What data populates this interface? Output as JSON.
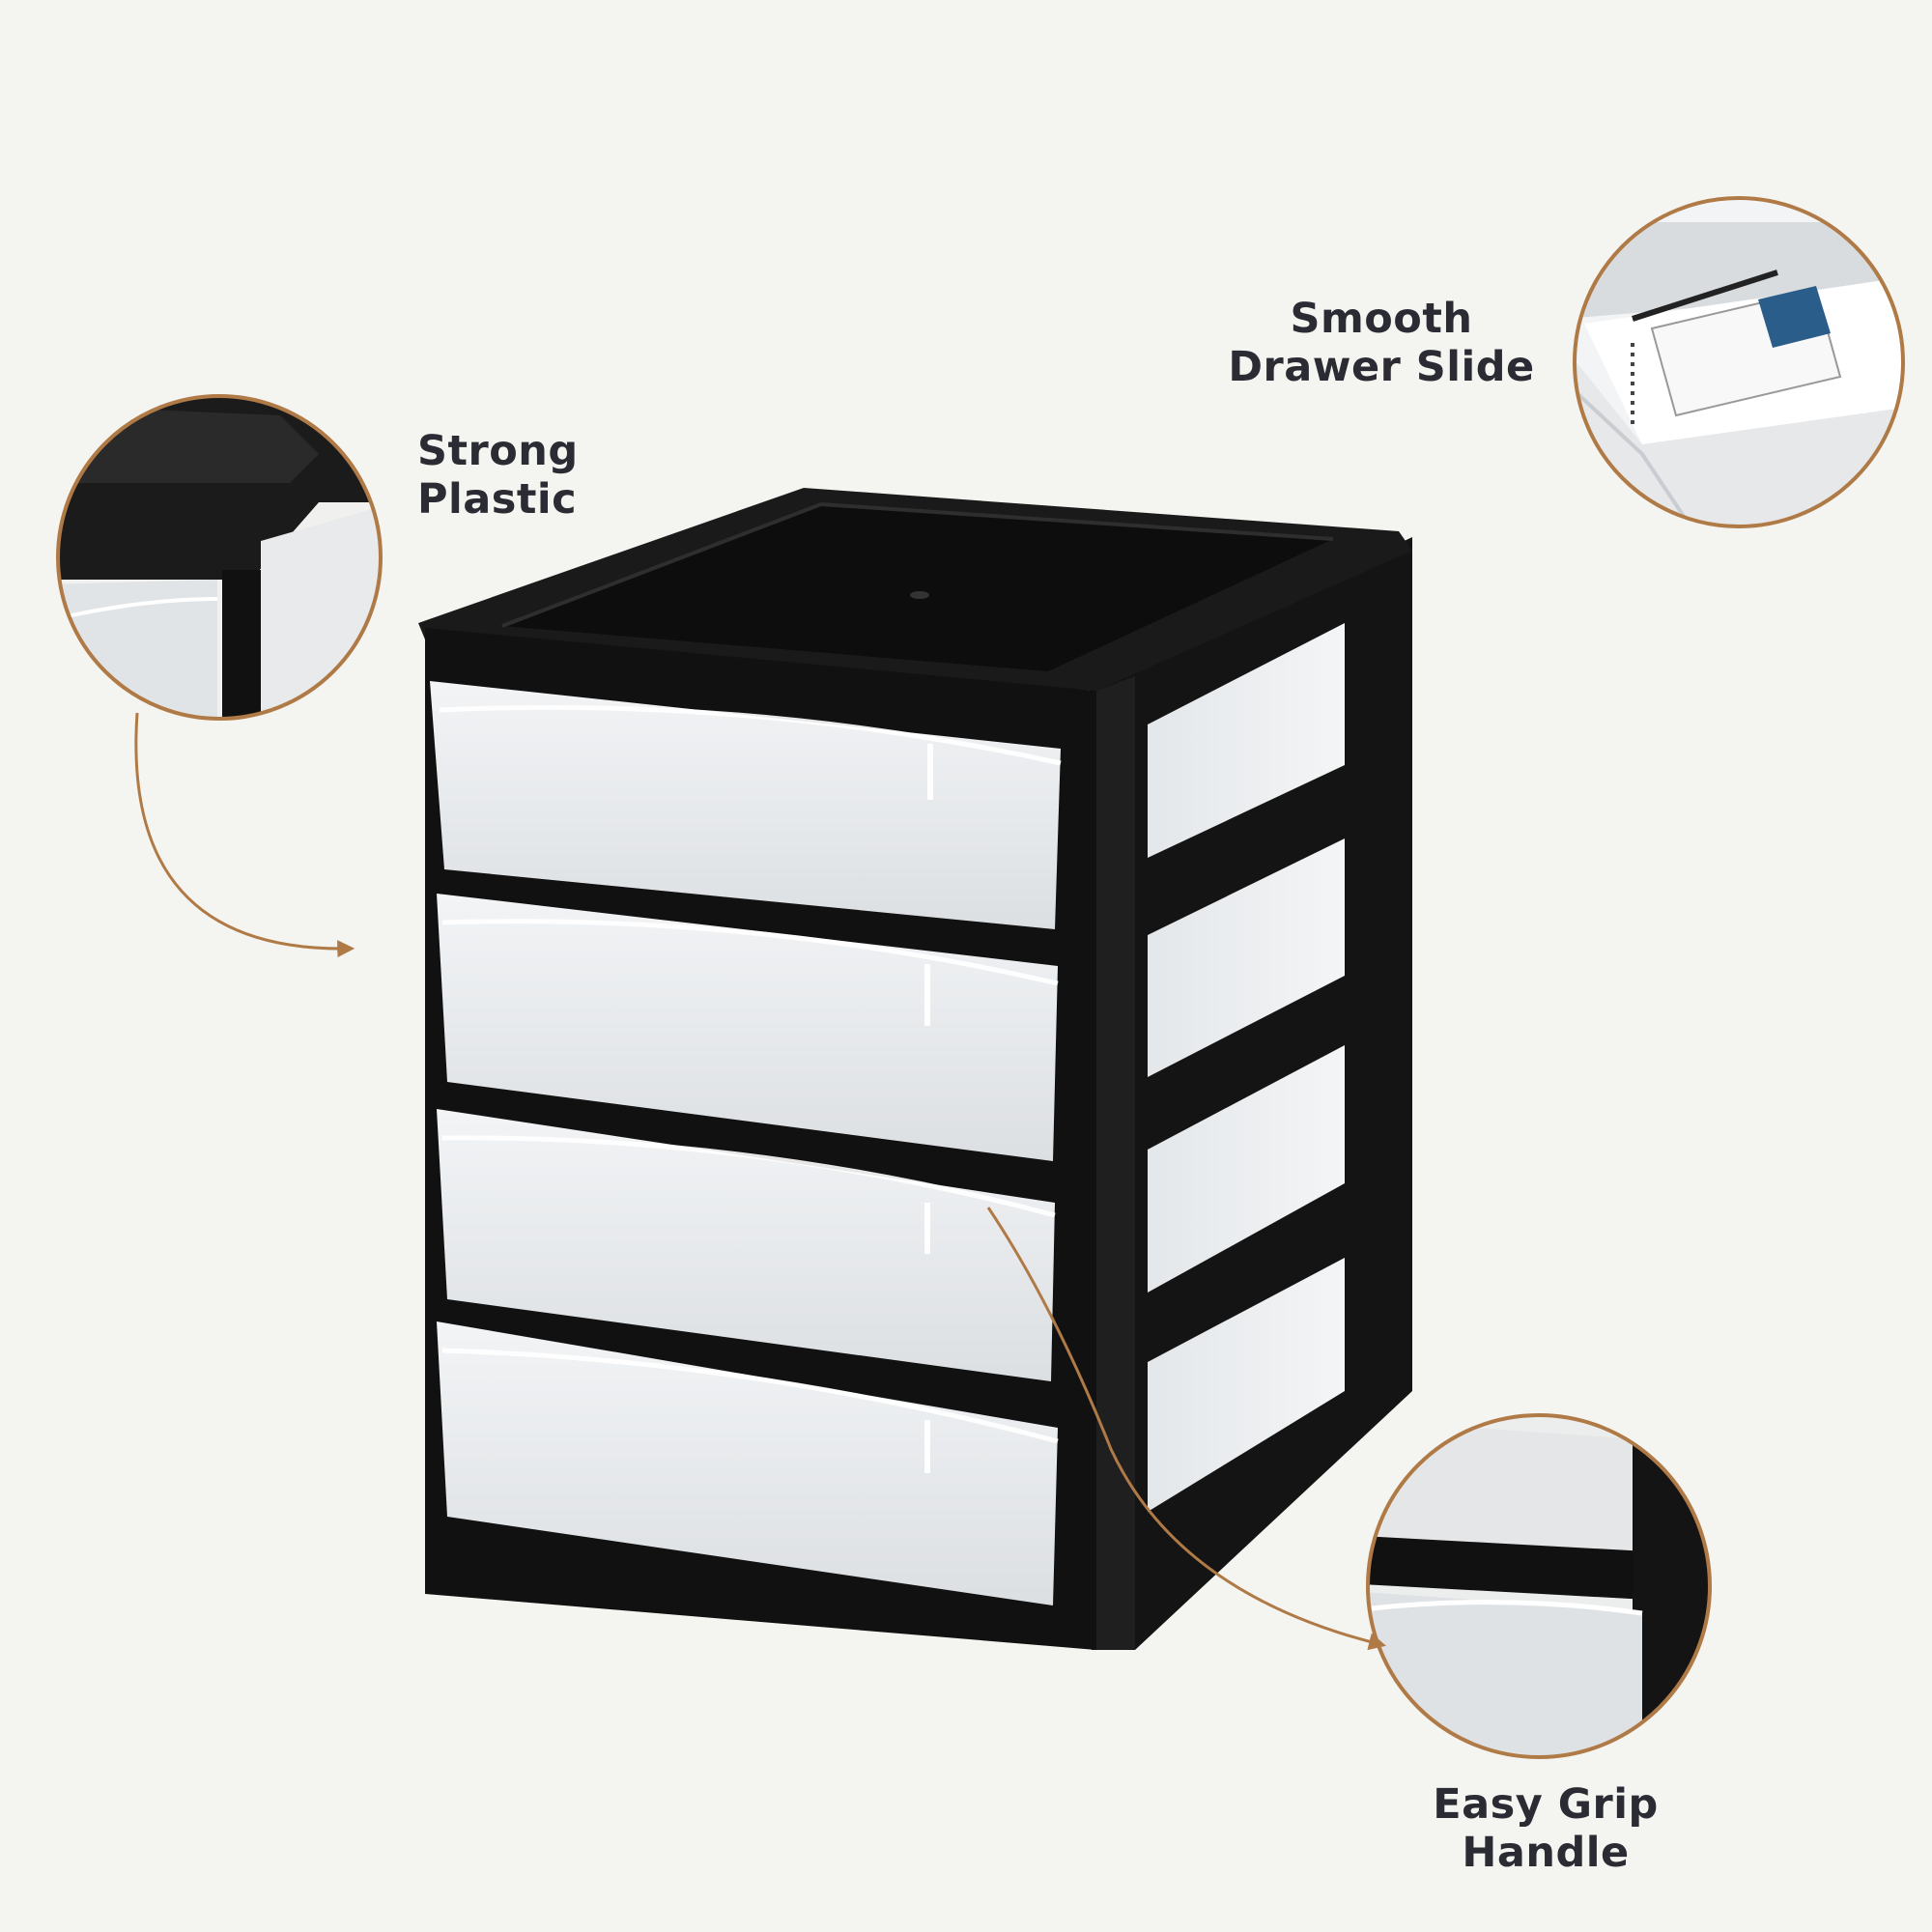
{
  "callouts": {
    "strong_plastic": {
      "line1": "Strong",
      "line2": "Plastic"
    },
    "smooth_slide": {
      "line1": "Smooth",
      "line2": "Drawer Slide"
    },
    "easy_grip": {
      "line1": "Easy Grip",
      "line2": "Handle"
    }
  },
  "colors": {
    "background": "#f4f4f0",
    "frame": "#141414",
    "drawer": "#e6e8ea",
    "accent": "#b07a46",
    "text": "#2b2b33"
  },
  "product": {
    "drawer_count": 4
  }
}
